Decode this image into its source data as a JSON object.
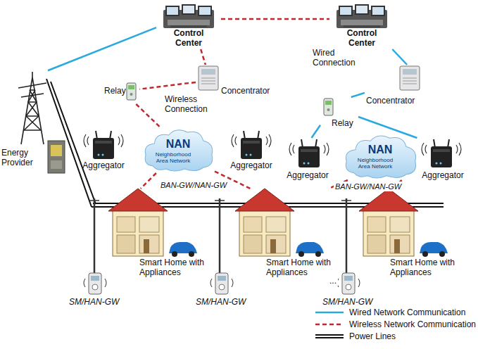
{
  "diagram": {
    "nodes": [
      {
        "text": [
          "Control Center"
        ]
      },
      {
        "text": [
          "Control Center"
        ]
      },
      {
        "text": [
          "Concentrator"
        ]
      },
      {
        "text": [
          "Concentrator"
        ]
      },
      {
        "text": [
          "Relay"
        ]
      },
      {
        "text": [
          "Relay"
        ]
      },
      {
        "text": [
          "Energy Provider"
        ]
      },
      {
        "text": [
          "Aggregator"
        ]
      },
      {
        "text": [
          "NAN",
          "Neighborhood Area Network"
        ]
      },
      {
        "text": [
          "Aggregator"
        ]
      },
      {
        "text": [
          "Aggregator"
        ]
      },
      {
        "text": [
          "NAN",
          "Neighborhood Area Network"
        ]
      },
      {
        "text": [
          "Aggregator"
        ]
      },
      {
        "text": [
          "Smart Home with Appliances"
        ]
      },
      {
        "text": [
          "SM/HAN-GW"
        ]
      },
      {
        "text": [
          "Smart Home with Appliances"
        ]
      },
      {
        "text": [
          "SM/HAN-GW"
        ]
      },
      {
        "text": [
          "Smart Home with Appliances"
        ]
      },
      {
        "text": [
          "SM/HAN-GW"
        ]
      }
    ],
    "edges": [
      {
        "from": 6,
        "to": 0,
        "arrow": "none"
      },
      {
        "from": 0,
        "to": 1,
        "arrow": "none"
      },
      {
        "from": 0,
        "to": 2,
        "arrow": "none"
      },
      {
        "from": 2,
        "to": 4,
        "arrow": "none"
      },
      {
        "from": 4,
        "to": 8,
        "arrow": "none"
      },
      {
        "from": 8,
        "to": 13,
        "arrow": "none"
      },
      {
        "from": 8,
        "to": 15,
        "arrow": "none"
      },
      {
        "from": 1,
        "to": 3,
        "arrow": "none"
      },
      {
        "from": 3,
        "to": 5,
        "arrow": "none"
      },
      {
        "from": 5,
        "to": 10,
        "arrow": "none"
      },
      {
        "from": 5,
        "to": 12,
        "arrow": "none"
      },
      {
        "from": 11,
        "to": 15,
        "arrow": "none"
      },
      {
        "from": 11,
        "to": 17,
        "arrow": "none"
      }
    ],
    "labels": [
      "Wireless Connection",
      "Wired Connection",
      "BAN-GW/NAN-GW",
      "BAN-GW/NAN-GW",
      "..."
    ],
    "legend": [
      {
        "text": "Wired Network Communication"
      },
      {
        "text": "Wireless Network Communication"
      },
      {
        "text": "Power Lines"
      }
    ]
  }
}
